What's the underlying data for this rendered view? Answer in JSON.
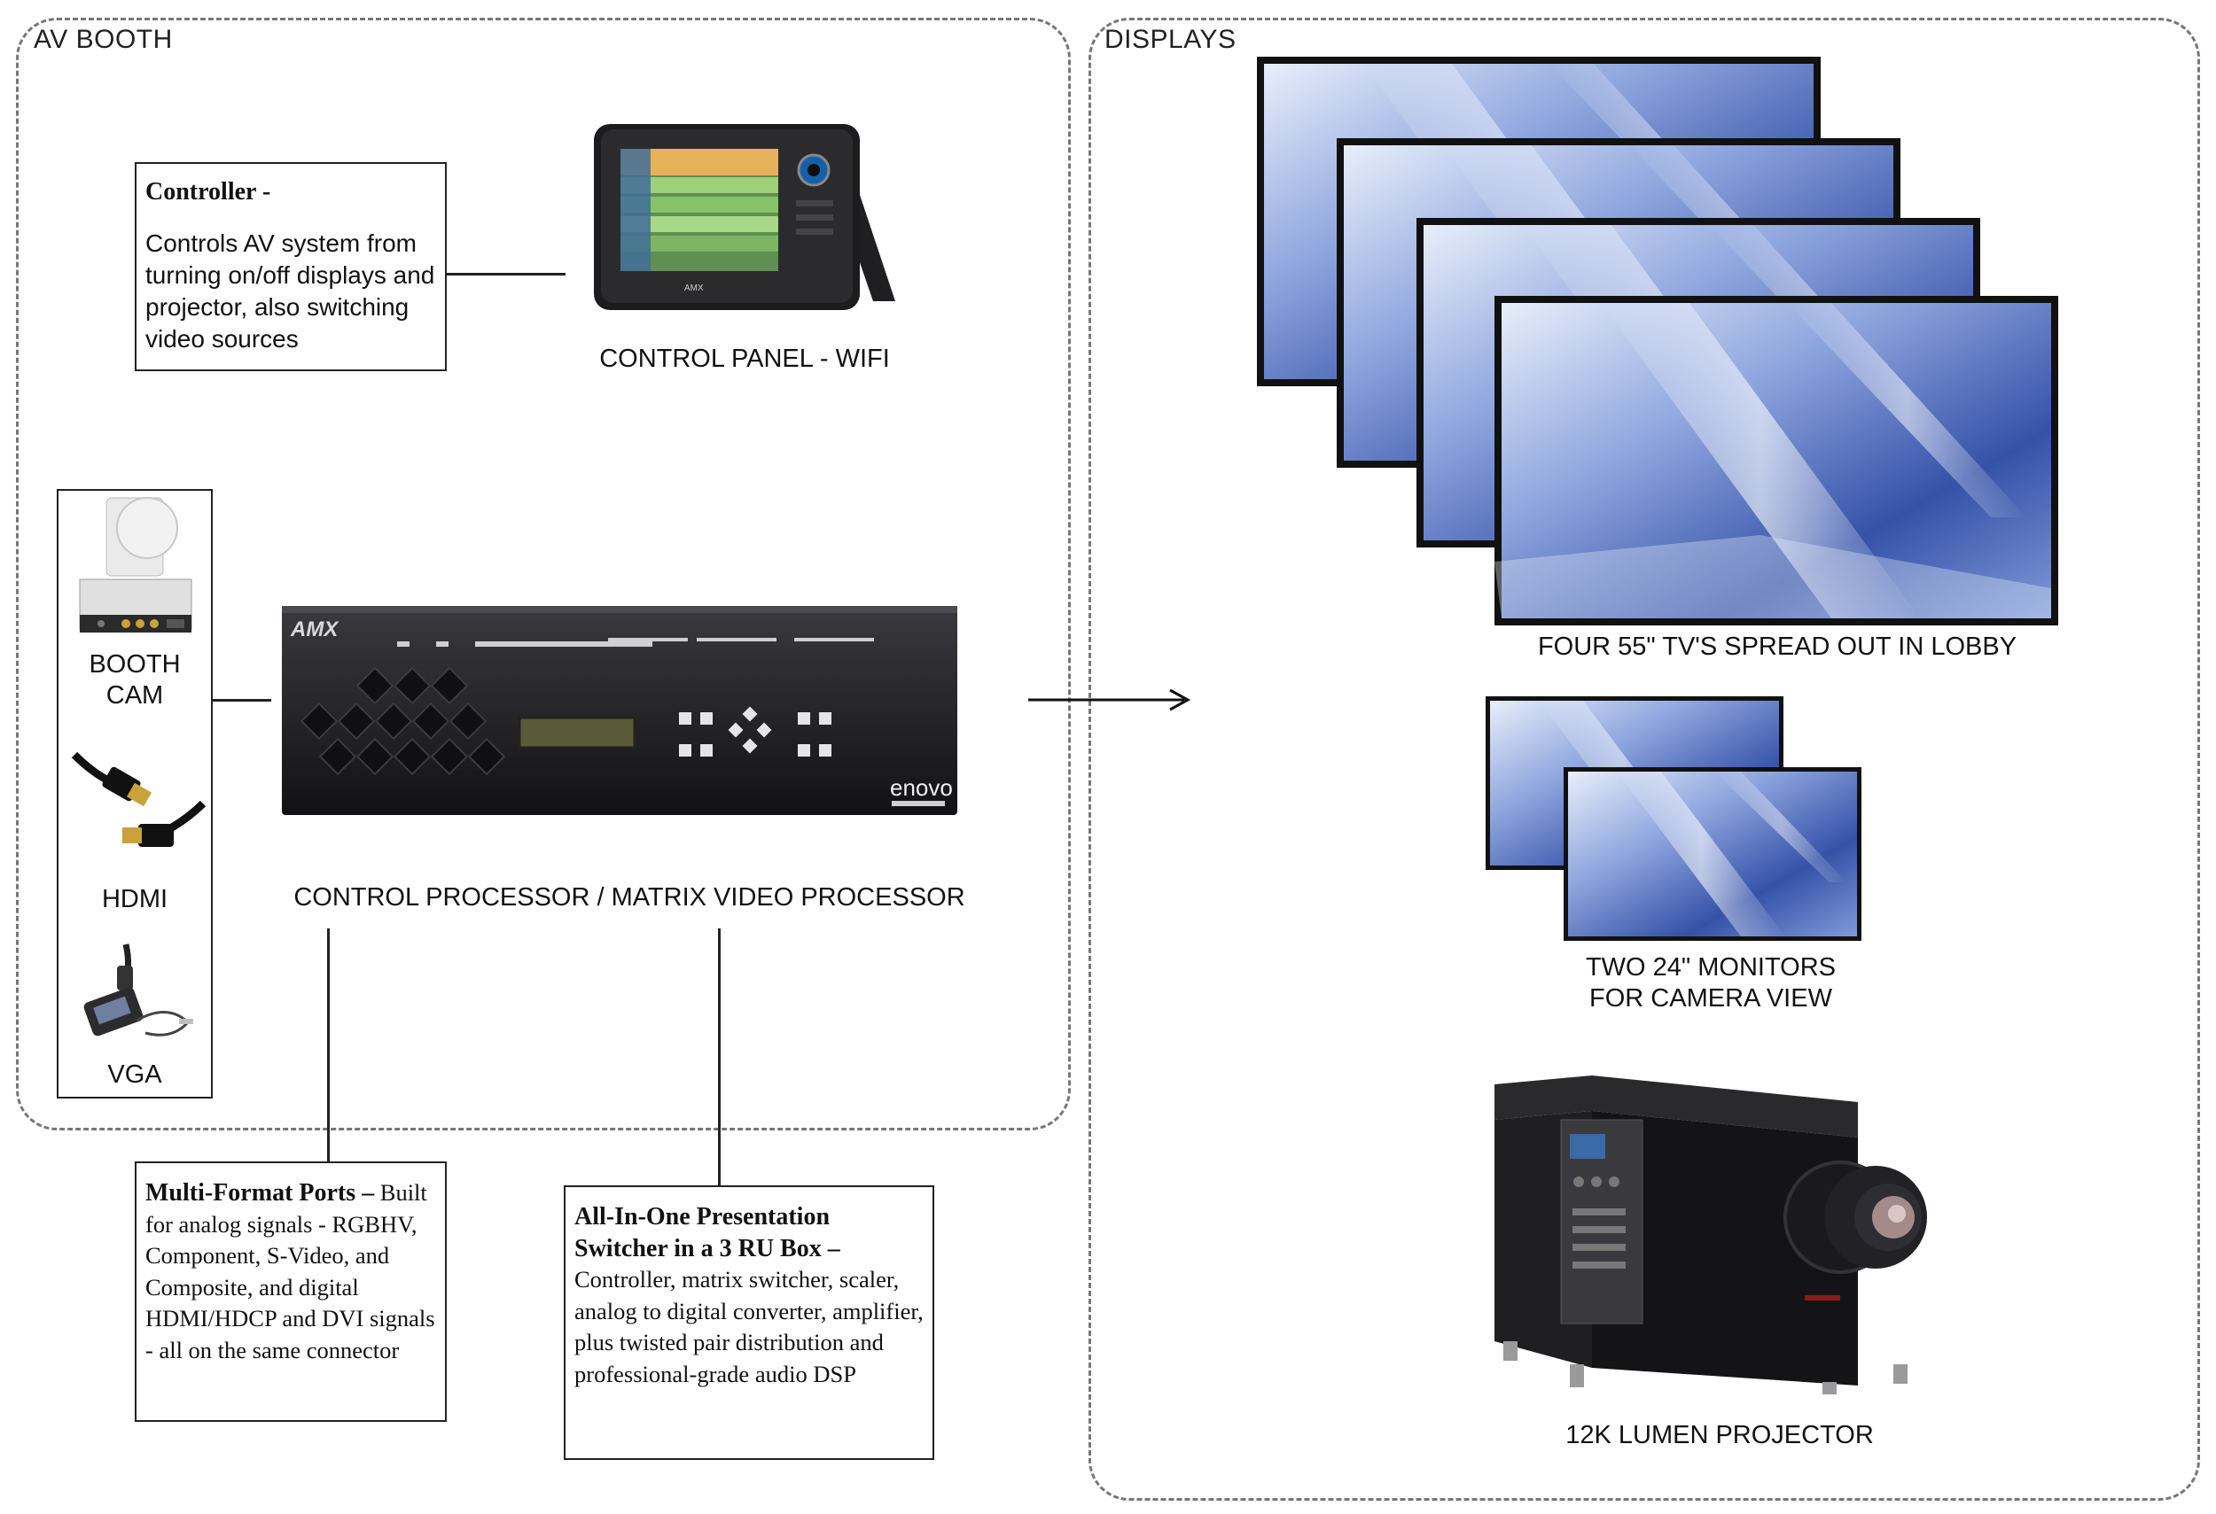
{
  "regions": {
    "av_booth": "AV BOOTH",
    "displays": "DISPLAYS"
  },
  "controller_note": {
    "title": "Controller -",
    "body": "Controls AV system from turning on/off displays and projector, also switching video sources"
  },
  "control_panel": {
    "caption": "CONTROL PANEL - WIFI",
    "brand": "AMX"
  },
  "sources": {
    "booth_cam": [
      "BOOTH",
      "CAM"
    ],
    "hdmi": "HDMI",
    "vga": "VGA"
  },
  "processor": {
    "caption": "CONTROL PROCESSOR / MATRIX VIDEO PROCESSOR",
    "brand": "AMX",
    "model": "enovo"
  },
  "ports_note": {
    "title": "Multi-Format Ports –",
    "body": "Built for analog signals - RGBHV, Component, S-Video, and Composite, and digital HDMI/HDCP and DVI signals - all on the same connector"
  },
  "switcher_note": {
    "title": "All-In-One Presentation Switcher in a 3 RU Box –",
    "body": "Controller, matrix switcher, scaler, analog to digital converter, amplifier, plus twisted pair distribution and professional-grade audio DSP"
  },
  "displays": {
    "tvs_caption": "FOUR 55\" TV'S SPREAD OUT IN LOBBY",
    "monitors_caption": [
      "TWO 24\" MONITORS",
      "FOR CAMERA VIEW"
    ],
    "projector_caption": "12K LUMEN PROJECTOR"
  },
  "colors": {
    "screen_light": "#c9d6f2",
    "screen_dark": "#3552a8",
    "device_black": "#1b1b1d"
  }
}
